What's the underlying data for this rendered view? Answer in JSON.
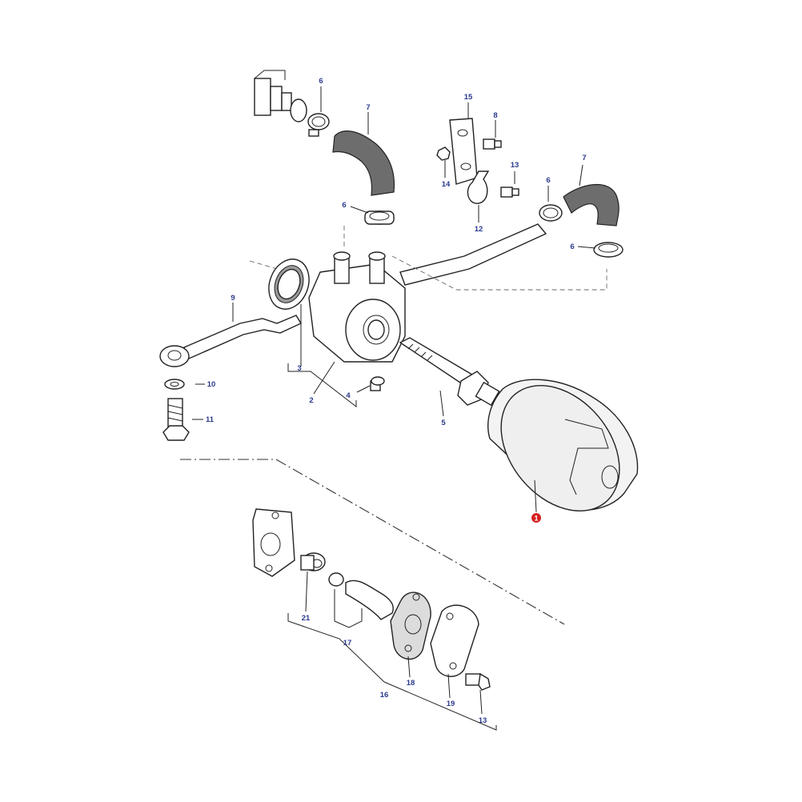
{
  "callouts": {
    "c1": "1",
    "c2": "2",
    "c3": "3",
    "c4": "4",
    "c5": "5",
    "c6a": "6",
    "c6b": "6",
    "c6c": "6",
    "c6d": "6",
    "c7a": "7",
    "c7b": "7",
    "c8": "8",
    "c9": "9",
    "c10": "10",
    "c11": "11",
    "c12": "12",
    "c13a": "13",
    "c13b": "13",
    "c14": "14",
    "c15": "15",
    "c16": "16",
    "c17": "17",
    "c18": "18",
    "c19": "19",
    "c21": "21"
  },
  "colors": {
    "callout": "#2b3a8c",
    "highlight_badge": "#d42020"
  }
}
